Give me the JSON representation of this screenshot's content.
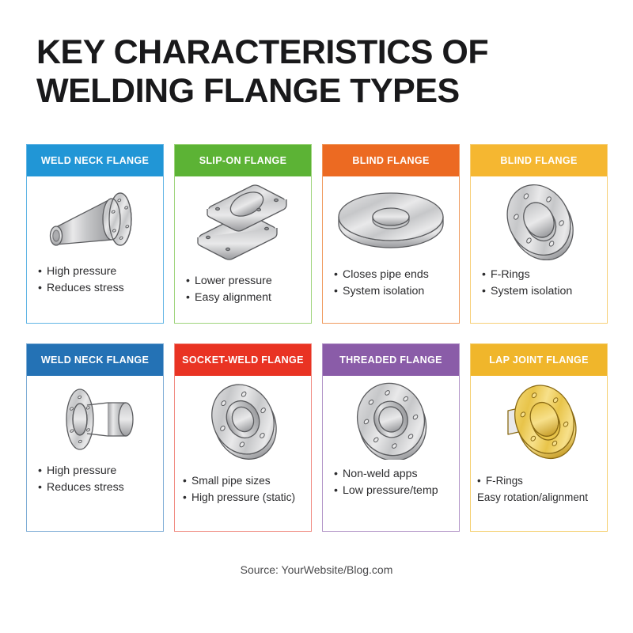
{
  "title": {
    "line1": "KEY CHARACTERISTICS OF",
    "line2": "WELDING FLANGE TYPES"
  },
  "footer": {
    "source": "Source: YourWebsite/Blog.com"
  },
  "bullet_glyph": "•",
  "palette": {
    "weld_neck_light_blue": "#2196d6",
    "slip_on_green": "#5cb335",
    "blind_orange": "#ec6a22",
    "blind_amber": "#f5b731",
    "weld_neck_dark_blue": "#2472b5",
    "socket_weld_red": "#e93323",
    "threaded_purple": "#8a5ca8",
    "lap_joint_gold": "#f0b62b",
    "metal_light": "#e9e9ea",
    "metal_mid": "#c6c7c9",
    "metal_dark": "#9a9b9e",
    "metal_outline": "#5b5c5f",
    "gold_light": "#f7e08a",
    "gold_mid": "#e8c44a",
    "gold_dark": "#c9a02c",
    "gold_outline": "#8a6a14",
    "text_body": "#2d2d2f",
    "title_black": "#19191b"
  },
  "cards": [
    {
      "id": "weld-neck-1",
      "title": "WELD NECK FLANGE",
      "header_color": "#2196d6",
      "border_color": "#62b5e5",
      "art": "weld-neck-hub",
      "art_color": "metal",
      "bullets": [
        {
          "text": "High pressure",
          "dot": true
        },
        {
          "text": "Reduces stress",
          "dot": true
        }
      ]
    },
    {
      "id": "slip-on",
      "title": "SLIP-ON FLANGE",
      "header_color": "#5cb335",
      "border_color": "#9ed47c",
      "art": "slip-on-plates",
      "art_color": "metal",
      "bullets": [
        {
          "text": "Lower pressure",
          "dot": true
        },
        {
          "text": "Easy alignment",
          "dot": true
        }
      ]
    },
    {
      "id": "blind-1",
      "title": "BLIND FLANGE",
      "header_color": "#ec6a22",
      "border_color": "#f09a5e",
      "art": "blind-disc",
      "art_color": "metal",
      "bullets": [
        {
          "text": "Closes pipe ends",
          "dot": true
        },
        {
          "text": "System isolation",
          "dot": true
        }
      ]
    },
    {
      "id": "blind-2",
      "title": "BLIND FLANGE",
      "header_color": "#f5b731",
      "border_color": "#f7cf76",
      "art": "ring-flange",
      "art_color": "metal",
      "bullets": [
        {
          "text": "F-Rings",
          "dot": true
        },
        {
          "text": "System isolation",
          "dot": true
        }
      ]
    },
    {
      "id": "weld-neck-2",
      "title": "WELD NECK FLANGE",
      "header_color": "#2472b5",
      "border_color": "#7fadd6",
      "art": "weld-neck-short",
      "art_color": "metal",
      "bullets": [
        {
          "text": "High pressure",
          "dot": true
        },
        {
          "text": "Reduces stress",
          "dot": true
        }
      ]
    },
    {
      "id": "socket-weld",
      "title": "SOCKET-WELD FLANGE",
      "header_color": "#e93323",
      "border_color": "#f08a80",
      "art": "socket-weld",
      "art_color": "metal",
      "bullets": [
        {
          "text": "Small pipe sizes",
          "dot": true
        },
        {
          "text": "High pressure (static)",
          "dot": true
        }
      ]
    },
    {
      "id": "threaded",
      "title": "THREADED FLANGE",
      "header_color": "#8a5ca8",
      "border_color": "#b294c7",
      "art": "threaded-ring",
      "art_color": "metal",
      "bullets": [
        {
          "text": "Non-weld apps",
          "dot": true
        },
        {
          "text": "Low pressure/temp",
          "dot": true
        }
      ]
    },
    {
      "id": "lap-joint",
      "title": "LAP JOINT FLANGE",
      "header_color": "#f0b62b",
      "border_color": "#f5cf6e",
      "art": "lap-joint",
      "art_color": "gold",
      "bullets": [
        {
          "text": "F-Rings",
          "dot": true
        },
        {
          "text": "Easy rotation/alignment",
          "dot": false
        }
      ]
    }
  ]
}
